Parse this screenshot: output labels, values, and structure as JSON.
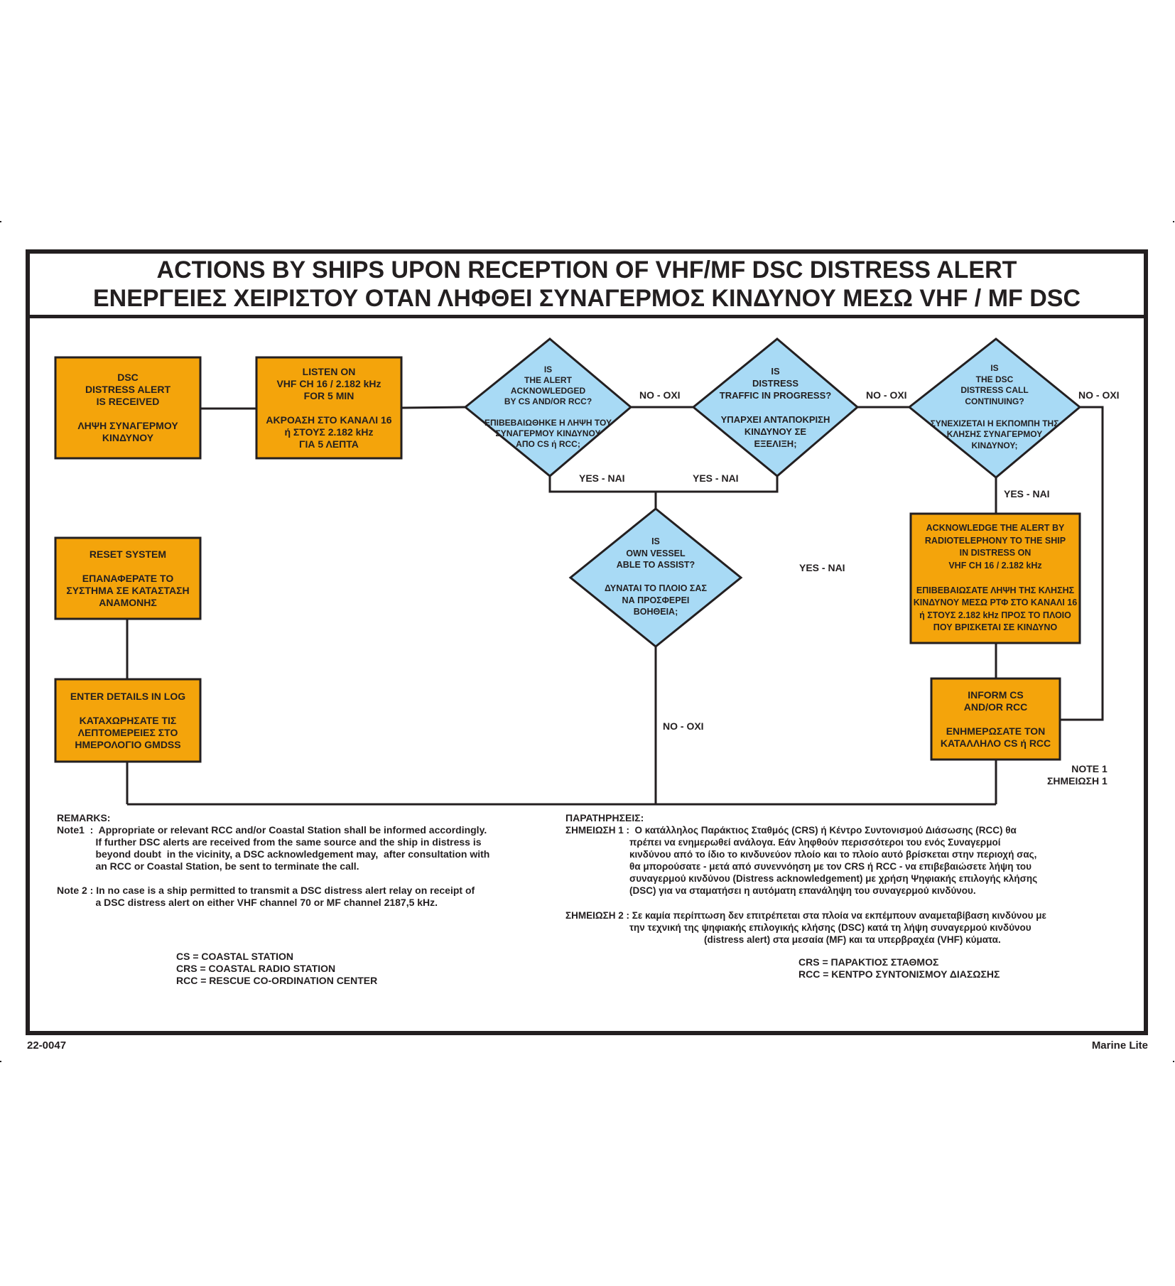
{
  "title": {
    "line1": "ACTIONS BY SHIPS UPON RECEPTION OF VHF/MF DSC DISTRESS ALERT",
    "line2": "ΕΝΕΡΓΕΙΕΣ ΧΕΙΡΙΣΤΟΥ ΟΤΑΝ ΛΗΦΘΕΙ ΣΥΝΑΓΕΡΜΟΣ ΚΙΝΔΥΝΟΥ ΜΕΣΩ VHF / MF DSC"
  },
  "colors": {
    "box": "#f4a40b",
    "decision": "#a8daf5",
    "line": "#231f20"
  },
  "boxes": {
    "dsc_received": "DSC\nDISTRESS ALERT\nIS RECEIVED\n\nΛΗΨΗ ΣΥΝΑΓΕΡΜΟΥ\nΚΙΝΔΥΝΟΥ",
    "listen": "LISTEN ON\nVHF CH 16 / 2.182 kHz\nFOR 5 MIN\n\nΑΚΡΟΑΣΗ ΣΤΟ ΚΑΝΑΛΙ 16\nή ΣΤΟΥΣ 2.182 kHz\nΓΙΑ 5 ΛΕΠΤΑ",
    "reset": "RESET SYSTEM\n\nΕΠΑΝΑΦΕΡΑΤΕ ΤΟ\nΣΥΣΤΗΜΑ ΣΕ ΚΑΤΑΣΤΑΣΗ\nΑΝΑΜΟΝΗΣ",
    "log": "ENTER DETAILS IN LOG\n\nΚΑΤΑΧΩΡΗΣΑΤΕ ΤΙΣ\nΛΕΠΤΟΜΕΡΕΙΕΣ ΣΤΟ\nΗΜΕΡΟΛΟΓΙΟ GMDSS",
    "acknowledge": "ACKNOWLEDGE THE ALERT BY\nRADIOTELEPHONY TO THE SHIP\nIN DISTRESS ON\nVHF CH 16 / 2.182 kHz\n\nΕΠΙΒΕΒΑΙΩΣΑΤΕ ΛΗΨΗ ΤΗΣ ΚΛΗΣΗΣ\nΚΙΝΔΥΝΟΥ ΜΕΣΩ ΡΤΦ ΣΤΟ ΚΑΝΑΛΙ 16\nή ΣΤΟΥΣ 2.182 kHz ΠΡΟΣ ΤΟ ΠΛΟΙΟ\nΠΟΥ ΒΡΙΣΚΕΤΑΙ ΣΕ ΚΙΝΔΥΝΟ",
    "inform": "INFORM CS\nAND/OR RCC\n\nΕΝΗΜΕΡΩΣΑΤΕ ΤΟΝ\nΚΑΤΑΛΛΗΛΟ CS ή RCC"
  },
  "decisions": {
    "acknowledged": "IS\nTHE ALERT\nACKNOWLEDGED\nBY CS AND/OR RCC?\n\nΕΠΙΒΕΒΑΙΩΘΗΚΕ Η ΛΗΨΗ ΤΟΥ\nΣΥΝΑΓΕΡΜΟΥ ΚΙΝΔΥΝΟΥ\nΑΠΟ CS ή RCC;",
    "traffic": "IS\nDISTRESS\nTRAFFIC IN PROGRESS?\n\nΥΠΑΡΧΕΙ ΑΝΤΑΠΟΚΡΙΣΗ\nΚΙΝΔΥΝΟΥ ΣΕ\nΕΞΕΛΙΞΗ;",
    "continuing": "IS\nTHE DSC\nDISTRESS CALL\nCONTINUING?\n\nΣΥΝΕΧΙΖΕΤΑΙ Η ΕΚΠΟΜΠΗ ΤΗΣ\nΚΛΗΣΗΣ ΣΥΝΑΓΕΡΜΟΥ\nΚΙΝΔΥΝΟΥ;",
    "assist": "IS\nOWN VESSEL\nABLE TO ASSIST?\n\nΔΥΝΑΤΑΙ ΤΟ ΠΛΟΙΟ ΣΑΣ\nΝΑ ΠΡΟΣΦΕΡΕΙ\nΒΟΗΘΕΙΑ;"
  },
  "labels": {
    "no1": "NO - OXI",
    "no2": "NO - OXI",
    "no3": "NO - OXI",
    "no4": "NO - OXI",
    "yes1": "YES - NAI",
    "yes2": "YES - NAI",
    "yes3": "YES - NAI",
    "yes4": "YES - NAI",
    "note1": "NOTE 1\nΣΗΜΕΙΩΣΗ 1"
  },
  "remarks_en": {
    "heading": "REMARKS:",
    "note1": "Note1  :  Appropriate or relevant RCC and/or Coastal Station shall be informed accordingly.\n              If further DSC alerts are received from the same source and the ship in distress is\n              beyond doubt  in the vicinity, a DSC acknowledgement may,  after consultation with\n              an RCC or Coastal Station, be sent to terminate the call.",
    "note2": "Note 2 : In no case is a ship permitted to transmit a DSC distress alert relay on receipt of\n              a DSC distress alert on either VHF channel 70 or MF channel 2187,5 kHz.",
    "abbrev": "CS = COASTAL STATION\nCRS = COASTAL RADIO STATION\nRCC = RESCUE CO-ORDINATION CENTER"
  },
  "remarks_gr": {
    "heading": "ΠΑΡΑΤΗΡΗΣΕΙΣ:",
    "note1": "ΣΗΜΕΙΩΣΗ 1 :  Ο κατάλληλος Παράκτιος Σταθμός (CRS) ή Κέντρο Συντονισμού Διάσωσης (RCC) θα\n                        πρέπει να ενημερωθεί ανάλογα. Εάν ληφθούν περισσότεροι του ενός Συναγερμοί\n                        κινδύνου από το ίδιο το κινδυνεύον πλοίο και το πλοίο αυτό βρίσκεται στην περιοχή σας,\n                        θα μπορούσατε - μετά από συνεννόηση με τον CRS ή RCC - να επιβεβαιώσετε λήψη του\n                        συναγερμού κινδύνου (Distress acknowledgement) με χρήση Ψηφιακής επιλογής κλήσης\n                        (DSC) για να σταματήσει η αυτόματη επανάληψη του συναγερμού κινδύνου.",
    "note2": "ΣΗΜΕΙΩΣΗ 2 : Σε καμία περίπτωση δεν επιτρέπεται στα πλοία να εκπέμπουν αναμεταβίβαση κινδύνου με\n                        την τεχνική της ψηφιακής επιλογικής κλήσης (DSC) κατά τη λήψη συναγερμού κινδύνου\n                                                    (distress alert) στα μεσαία (MF) και τα υπερβραχέα (VHF) κύματα.",
    "abbrev": "CRS = ΠΑΡΑΚΤΙΟΣ ΣΤΑΘΜΟΣ\nRCC = ΚΕΝΤΡΟ ΣΥΝΤΟΝΙΣΜΟΥ ΔΙΑΣΩΣΗΣ"
  },
  "footer": {
    "code": "22-0047",
    "brand": "Marine Lite"
  }
}
